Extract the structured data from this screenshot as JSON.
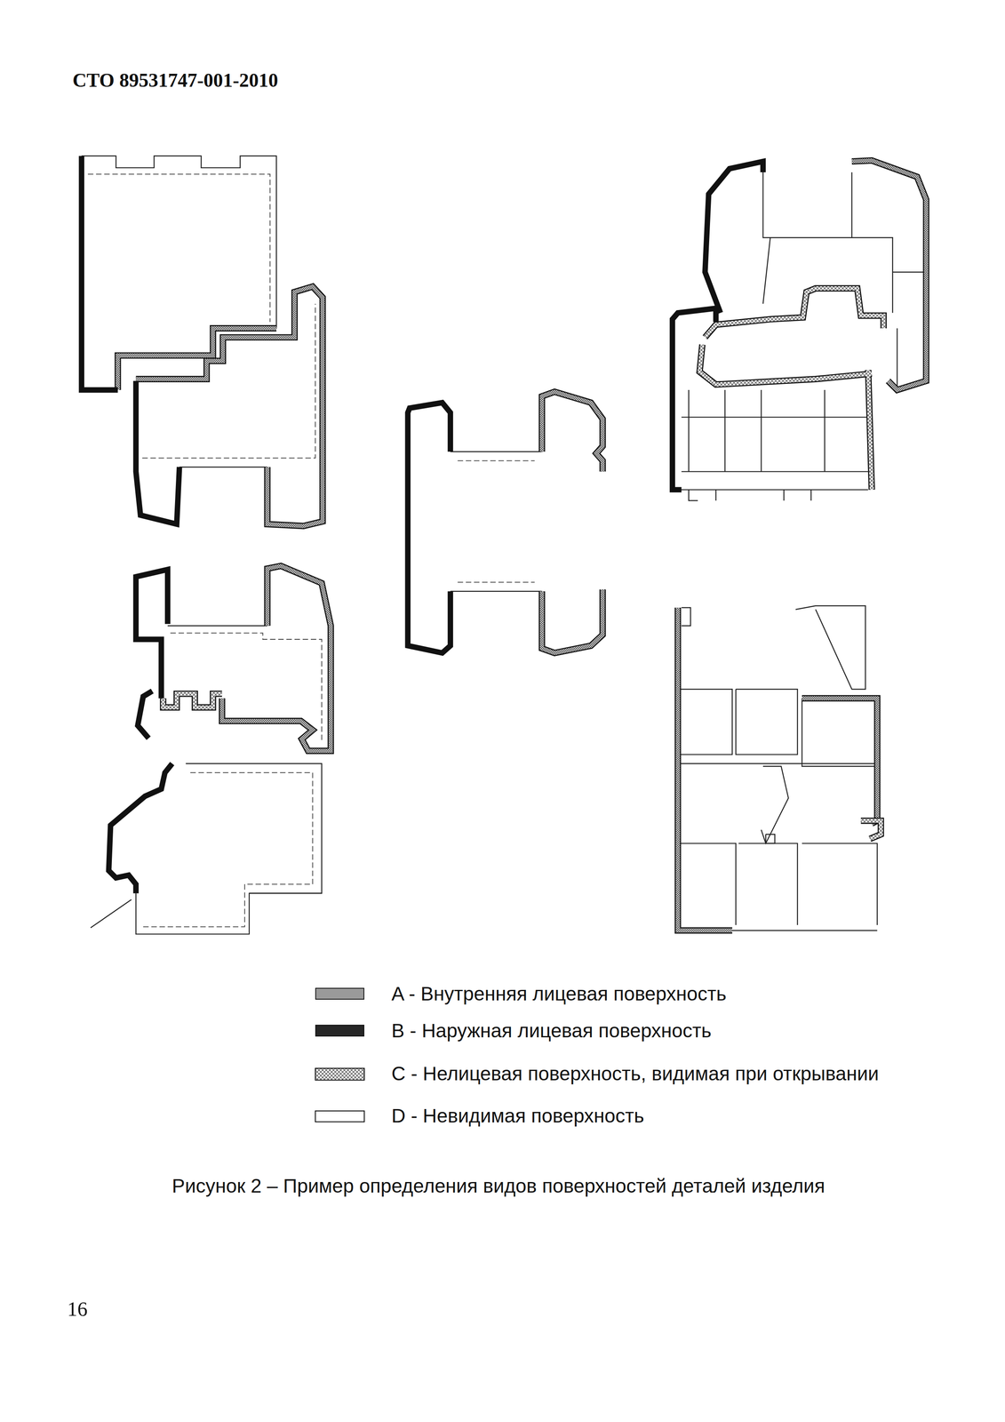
{
  "diagram": {
    "caption": "Рисунок 2 – Пример определения видов поверхностей деталей изделия",
    "labels": [
      "СТО 89531747-001-2010",
      "16"
    ],
    "legend": [
      {
        "text": "A - Внутренняя лицевая поверхность",
        "color": "#9a9a9a"
      },
      {
        "text": "B - Наружная лицевая поверхность",
        "color": "#262626"
      },
      {
        "text": "C - Нелицевая поверхность, видимая при открывании"
      },
      {
        "text": "D - Невидимая поверхность"
      }
    ]
  }
}
